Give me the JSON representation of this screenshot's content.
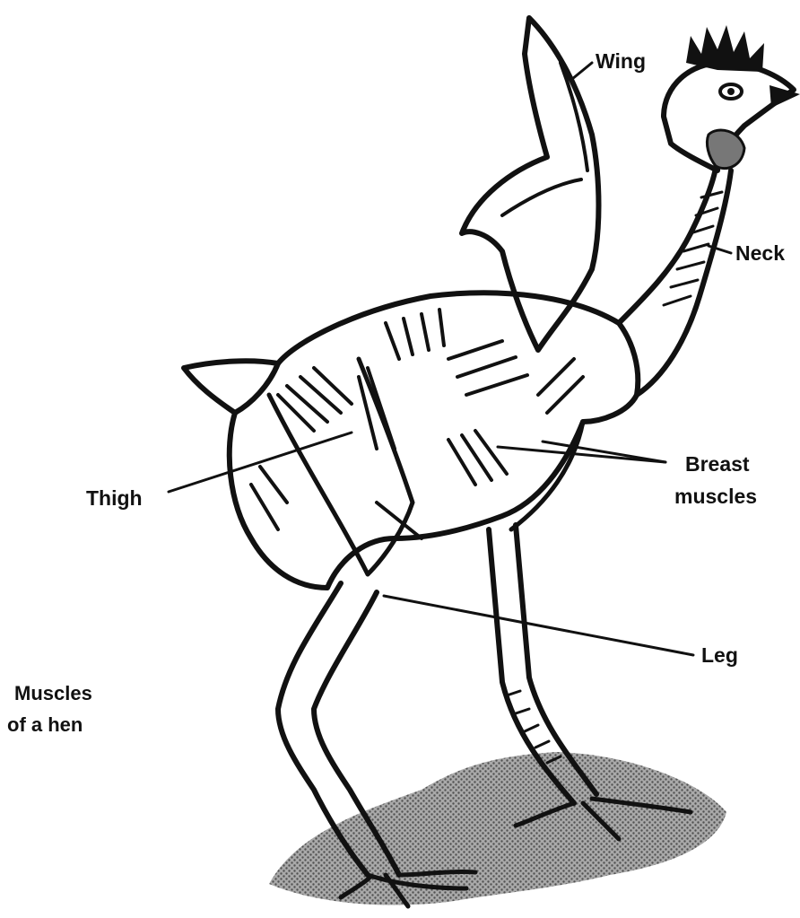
{
  "labels": {
    "wing": "Wing",
    "neck": "Neck",
    "breast": "Breast",
    "breast_second_line": "muscles",
    "thigh": "Thigh",
    "leg": "Leg"
  },
  "caption": {
    "line1": "Muscles",
    "line2": "of a hen"
  },
  "colors": {
    "ink": "#111111",
    "ground": "#6a6a6a",
    "background": "#ffffff"
  }
}
